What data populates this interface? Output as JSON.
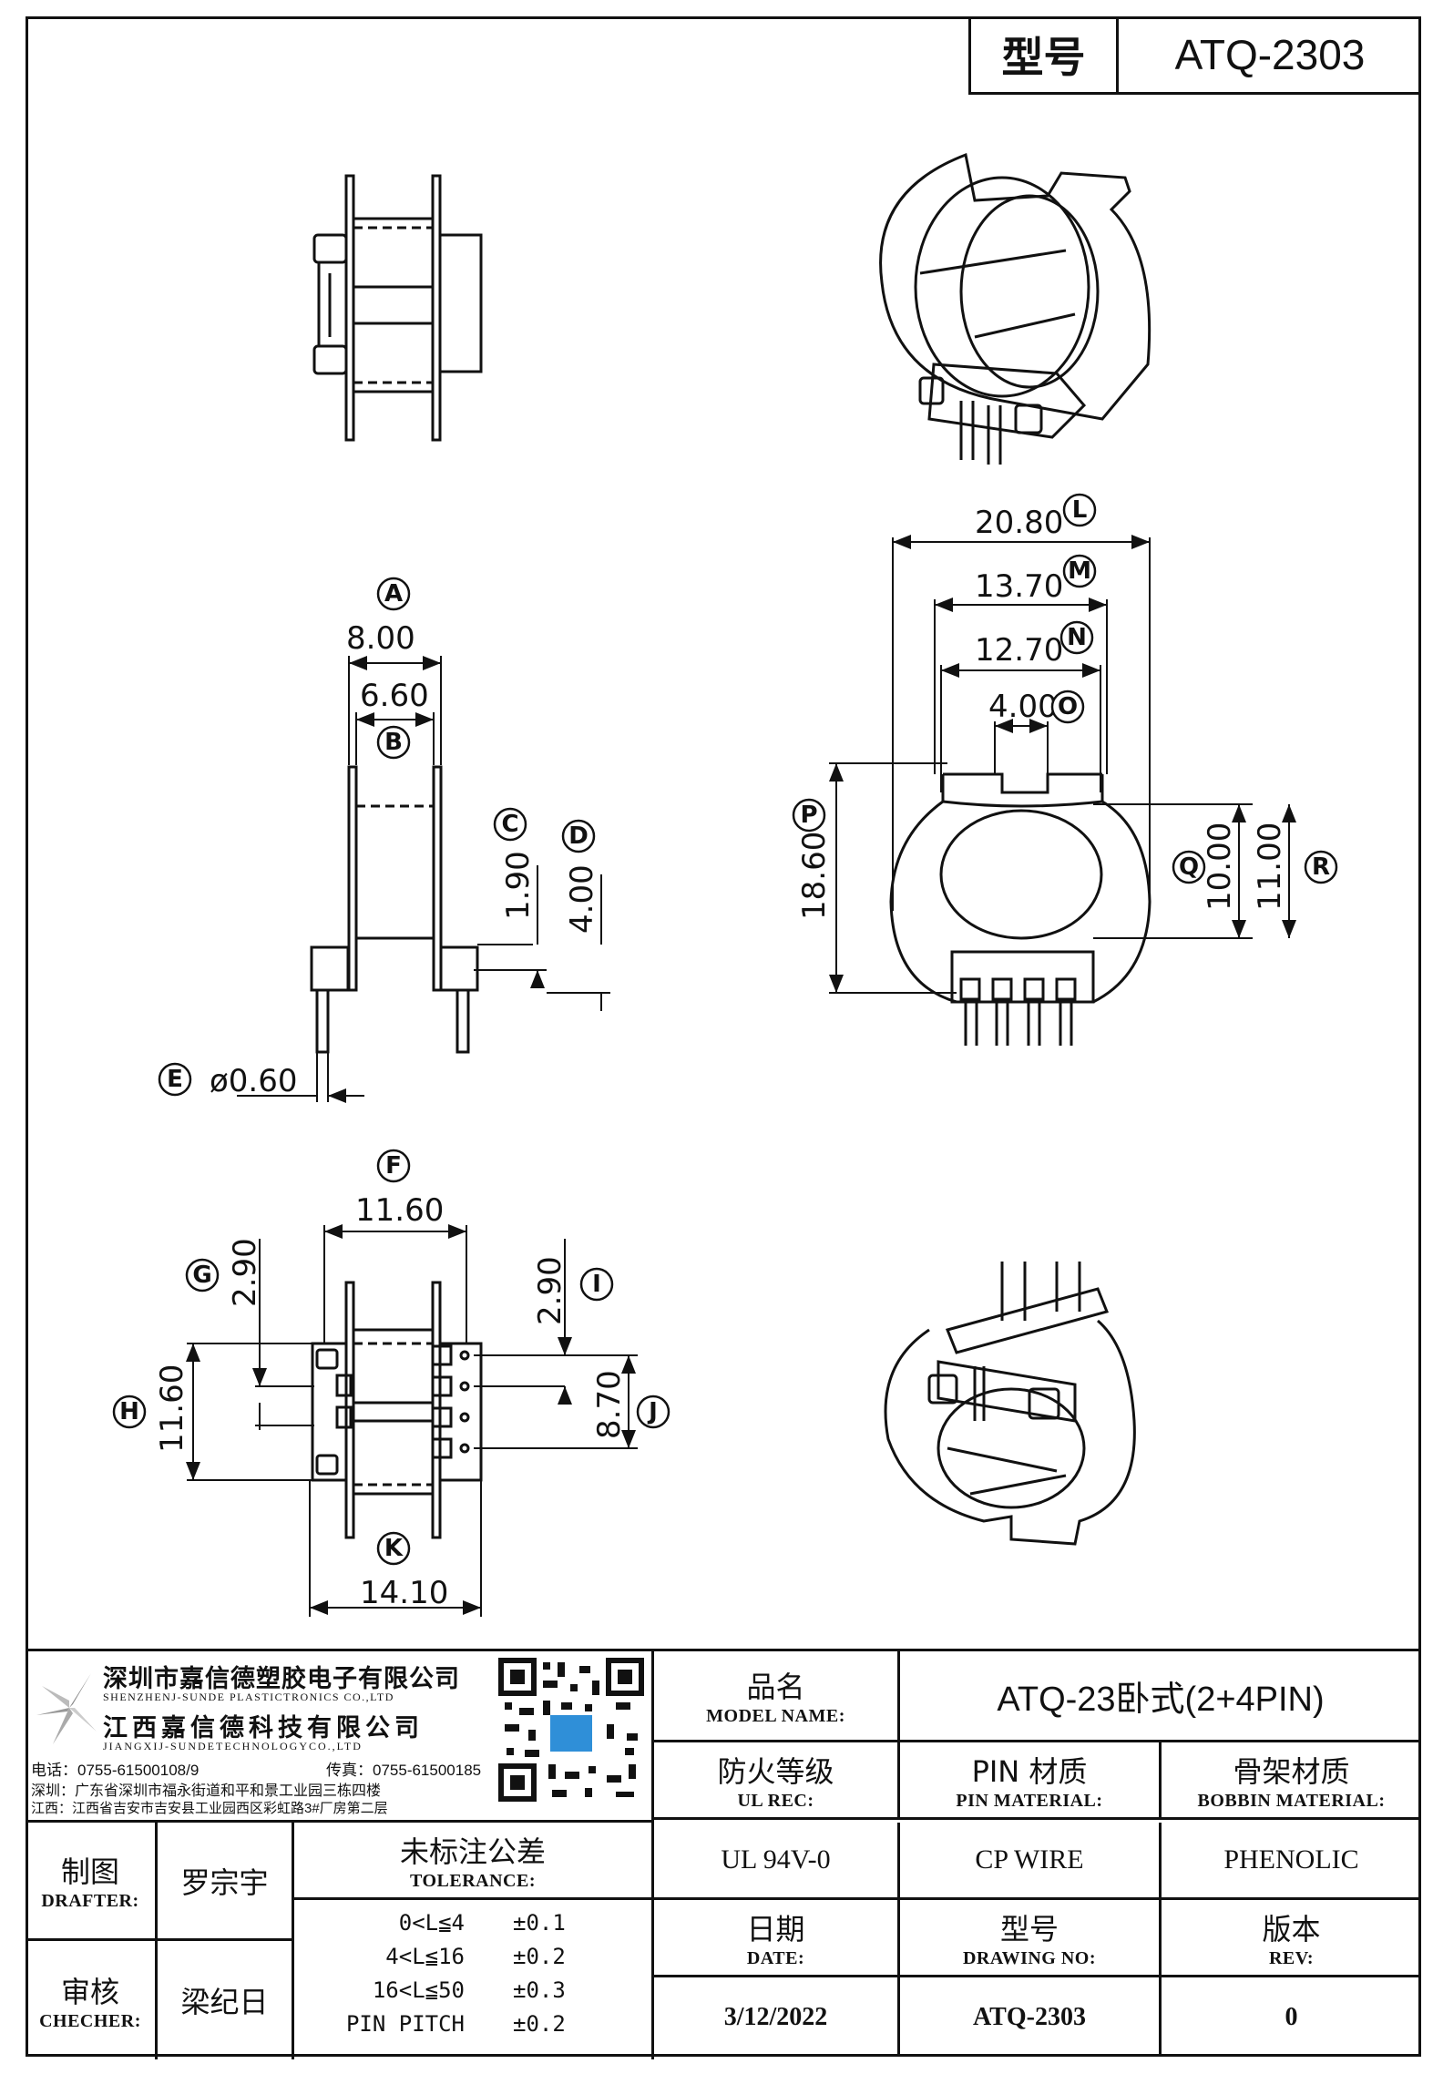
{
  "header": {
    "model_label": "型号",
    "model_value": "ATQ-2303"
  },
  "dimensions": {
    "A": {
      "letter": "A",
      "value": "8.00"
    },
    "B": {
      "letter": "B",
      "value": "6.60"
    },
    "C": {
      "letter": "C",
      "value": "1.90"
    },
    "D": {
      "letter": "D",
      "value": "4.00"
    },
    "E": {
      "letter": "E",
      "value": "ø0.60"
    },
    "F": {
      "letter": "F",
      "value": "11.60"
    },
    "G": {
      "letter": "G",
      "value": "2.90"
    },
    "H": {
      "letter": "H",
      "value": "11.60"
    },
    "I": {
      "letter": "I",
      "value": "2.90"
    },
    "J": {
      "letter": "J",
      "value": "8.70"
    },
    "K": {
      "letter": "K",
      "value": "14.10"
    },
    "L": {
      "letter": "L",
      "value": "20.80"
    },
    "M": {
      "letter": "M",
      "value": "13.70"
    },
    "N": {
      "letter": "N",
      "value": "12.70"
    },
    "O": {
      "letter": "O",
      "value": "4.00"
    },
    "P": {
      "letter": "P",
      "value": "18.60"
    },
    "Q": {
      "letter": "Q",
      "value": "10.00"
    },
    "R": {
      "letter": "R",
      "value": "11.00"
    }
  },
  "company": {
    "name_sz": "深圳市嘉信德塑胶电子有限公司",
    "name_sz_en": "SHENZHENJ-SUNDE PLASTICTRONICS CO.,LTD",
    "name_jx": "江西嘉信德科技有限公司",
    "name_jx_en": "JIANGXIJ-SUNDETECHNOLOGYCO.,LTD",
    "phone": "电话：0755-61500108/9",
    "fax": "传真：0755-61500185",
    "addr_sz": "深圳：广东省深圳市福永街道和平和景工业园三栋四楼",
    "addr_jx": "江西：江西省吉安市吉安县工业园西区彩虹路3#厂房第二层"
  },
  "title_block": {
    "model_name_cn": "品名",
    "model_name_en": "MODEL NAME:",
    "model_name_value": "ATQ-23卧式(2+4PIN)",
    "ul_cn": "防火等级",
    "ul_en": "UL REC:",
    "ul_value": "UL 94V-0",
    "pin_cn": "PIN 材质",
    "pin_en": "PIN MATERIAL:",
    "pin_value": "CP WIRE",
    "bobbin_cn": "骨架材质",
    "bobbin_en": "BOBBIN MATERIAL:",
    "bobbin_value": "PHENOLIC",
    "drafter_cn": "制图",
    "drafter_en": "DRAFTER:",
    "drafter_value": "罗宗宇",
    "checker_cn": "审核",
    "checker_en": "CHECHER:",
    "checker_value": "梁纪日",
    "tol_cn": "未标注公差",
    "tol_en": "TOLERANCE:",
    "tolerances": [
      {
        "range": "0<L≦4",
        "tol": "±0.1"
      },
      {
        "range": "4<L≦16",
        "tol": "±0.2"
      },
      {
        "range": "16<L≦50",
        "tol": "±0.3"
      },
      {
        "range": "PIN PITCH",
        "tol": "±0.2"
      }
    ],
    "date_cn": "日期",
    "date_en": "DATE:",
    "date_value": "3/12/2022",
    "dwg_cn": "型号",
    "dwg_en": "DRAWING NO:",
    "dwg_value": "ATQ-2303",
    "rev_cn": "版本",
    "rev_en": "REV:",
    "rev_value": "0"
  }
}
